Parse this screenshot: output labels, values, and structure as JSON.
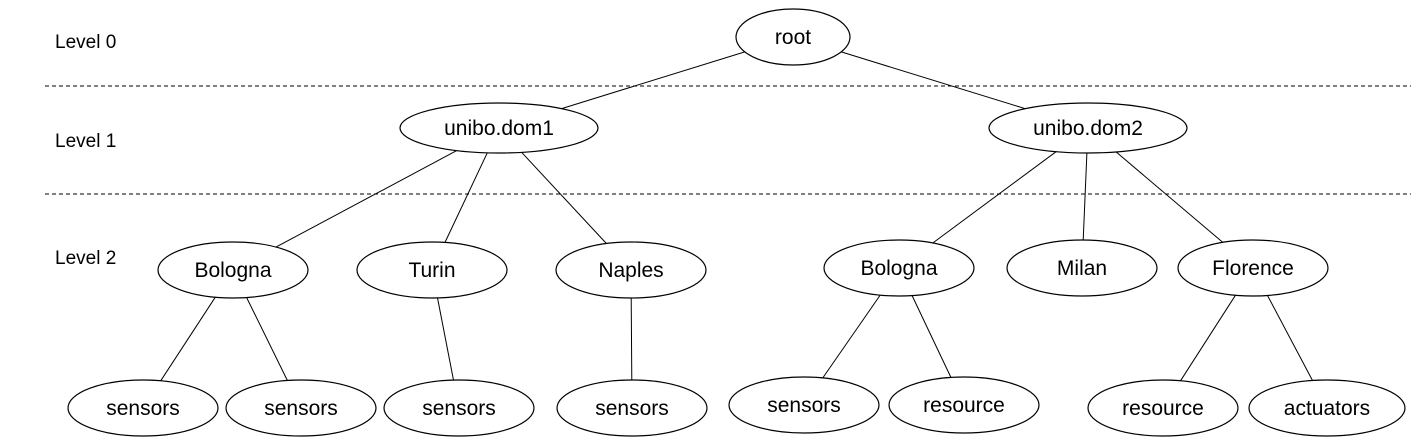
{
  "levels": [
    "Level 0",
    "Level 1",
    "Level 2"
  ],
  "nodes": {
    "root": "root",
    "dom1": "unibo.dom1",
    "dom2": "unibo.dom2",
    "bologna1": "Bologna",
    "turin": "Turin",
    "naples": "Naples",
    "bologna2": "Bologna",
    "milan": "Milan",
    "florence": "Florence",
    "bologna1_sensors_a": "sensors",
    "bologna1_sensors_b": "sensors",
    "turin_sensors": "sensors",
    "naples_sensors": "sensors",
    "bologna2_sensors": "sensors",
    "bologna2_resource": "resource",
    "florence_resource": "resource",
    "florence_actuators": "actuators"
  },
  "edges": [
    [
      "root",
      "dom1"
    ],
    [
      "root",
      "dom2"
    ],
    [
      "dom1",
      "bologna1"
    ],
    [
      "dom1",
      "turin"
    ],
    [
      "dom1",
      "naples"
    ],
    [
      "dom2",
      "bologna2"
    ],
    [
      "dom2",
      "milan"
    ],
    [
      "dom2",
      "florence"
    ],
    [
      "bologna1",
      "bologna1_sensors_a"
    ],
    [
      "bologna1",
      "bologna1_sensors_b"
    ],
    [
      "turin",
      "turin_sensors"
    ],
    [
      "naples",
      "naples_sensors"
    ],
    [
      "bologna2",
      "bologna2_sensors"
    ],
    [
      "bologna2",
      "bologna2_resource"
    ],
    [
      "florence",
      "florence_resource"
    ],
    [
      "florence",
      "florence_actuators"
    ]
  ]
}
